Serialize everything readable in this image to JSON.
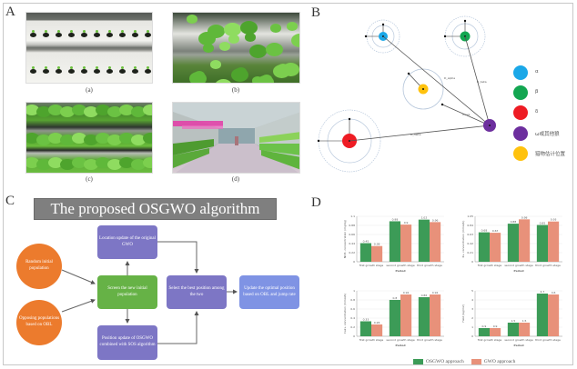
{
  "figure": {
    "panels": {
      "A": {
        "label": "A",
        "photos": [
          {
            "caption": "(a)",
            "description": "hydroponic rails with seedling holes"
          },
          {
            "caption": "(b)",
            "description": "lettuce growing on hydroponic rack"
          },
          {
            "caption": "(c)",
            "description": "mature lettuce rows on three-tier rack"
          },
          {
            "caption": "(d)",
            "description": "plant factory corridor with pink grow lights"
          }
        ]
      },
      "B": {
        "label": "B",
        "nodes": [
          {
            "id": "alpha",
            "color": "#1ba8e8"
          },
          {
            "id": "beta",
            "color": "#13a651"
          },
          {
            "id": "delta",
            "color": "#ee1c24"
          },
          {
            "id": "omega",
            "color": "#6d2f9e"
          },
          {
            "id": "prey",
            "color": "#ffc20e"
          }
        ],
        "edge_labels": [
          "D_alpha",
          "D_beta",
          "D_delta",
          "move"
        ],
        "legend": [
          {
            "label": "α",
            "color": "#1ba8e8"
          },
          {
            "label": "β",
            "color": "#13a651"
          },
          {
            "label": "δ",
            "color": "#ee1c24"
          },
          {
            "label": "ω或其他狼",
            "color": "#6d2f9e"
          },
          {
            "label": "猎物估计位置",
            "color": "#ffc20e"
          }
        ]
      },
      "C": {
        "label": "C",
        "title": "The proposed OSGWO algorithm",
        "nodes": {
          "random_init": "Random initial population",
          "opposing": "Opposing populations based on OBL",
          "screen": "Screen the new initial population",
          "gwo_update": "Location update of the original GWO",
          "sos_update": "Position update of OSGWO combined with SOS algorithm",
          "select_best": "Select the best position among the two",
          "update_optimal": "Update the optimal position based on OBL and jump rate"
        },
        "colors": {
          "orange": "#ec7b2d",
          "green": "#66b246",
          "purple": "#7d76c5",
          "blue": "#7f93e4",
          "title_bg": "#7f7f7f"
        }
      },
      "D": {
        "label": "D",
        "legend": [
          {
            "label": "OSGWO approach",
            "color": "#3c9b57"
          },
          {
            "label": "GWO approach",
            "color": "#e8917a"
          }
        ]
      }
    }
  },
  "chart_data": [
    {
      "type": "bar",
      "title": "",
      "xlabel": "Period",
      "ylabel": "NO3- concentration (mg/kg)",
      "categories": [
        "first growth stage",
        "second growth stage",
        "third growth stage"
      ],
      "series": [
        {
          "name": "OSGWO approach",
          "values": [
            0.45,
            0.98,
            1.02
          ]
        },
        {
          "name": "GWO approach",
          "values": [
            0.38,
            0.9,
            0.96
          ]
        }
      ],
      "ylim": [
        0,
        1.1
      ],
      "grid": true,
      "legend": "bottom"
    },
    {
      "type": "bar",
      "title": "",
      "xlabel": "Period",
      "ylabel": "K+ concentration (mmol/L)",
      "categories": [
        "first growth stage",
        "second growth stage",
        "third growth stage"
      ],
      "series": [
        {
          "name": "OSGWO approach",
          "values": [
            0.68,
            0.88,
            0.85
          ]
        },
        {
          "name": "GWO approach",
          "values": [
            0.67,
            0.98,
            0.93
          ]
        }
      ],
      "ylim": [
        0,
        1.05
      ],
      "grid": true,
      "legend": "bottom"
    },
    {
      "type": "bar",
      "title": "",
      "xlabel": "Period",
      "ylabel": "Ca2+ concentration (mmol/L)",
      "categories": [
        "first growth stage",
        "second growth stage",
        "third growth stage"
      ],
      "series": [
        {
          "name": "OSGWO approach",
          "values": [
            0.33,
            0.8,
            0.86
          ]
        },
        {
          "name": "GWO approach",
          "values": [
            0.26,
            0.92,
            0.92
          ]
        }
      ],
      "ylim": [
        0,
        1.0
      ],
      "grid": true,
      "legend": "bottom"
    },
    {
      "type": "bar",
      "title": "",
      "xlabel": "Period",
      "ylabel": "Yield (kg/m2)",
      "categories": [
        "first growth stage",
        "second growth stage",
        "third growth stage"
      ],
      "series": [
        {
          "name": "OSGWO approach",
          "values": [
            0.9,
            1.5,
            4.7
          ]
        },
        {
          "name": "GWO approach",
          "values": [
            0.9,
            1.5,
            4.6
          ]
        }
      ],
      "ylim": [
        0,
        5
      ],
      "grid": true,
      "legend": "bottom"
    }
  ]
}
